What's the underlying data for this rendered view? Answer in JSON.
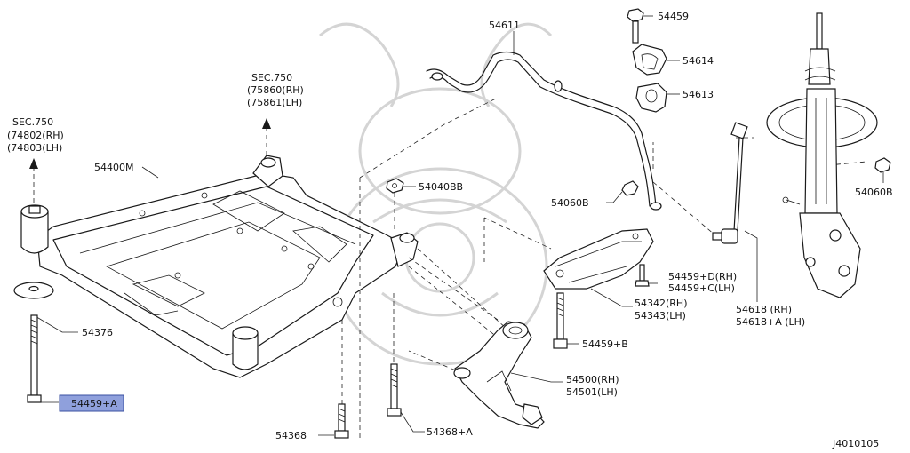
{
  "labels": {
    "sec_left": "SEC.750",
    "sec_left_rh": "(74802(RH)",
    "sec_left_lh": "(74803(LH)",
    "sec_top": "SEC.750",
    "sec_top_rh": "(75860(RH)",
    "sec_top_lh": "(75861(LH)",
    "p54400m": "54400M",
    "p54376": "54376",
    "p54459a_left": "54459+A",
    "p54368": "54368",
    "p54368a": "54368+A",
    "p54040bb": "54040BB",
    "p54611": "54611",
    "p54459": "54459",
    "p54614": "54614",
    "p54613": "54613",
    "p54060b_mid": "54060B",
    "p54060b_right": "54060B",
    "p54459d": "54459+D(RH)",
    "p54459c": "54459+C(LH)",
    "p54342": "54342(RH)",
    "p54343": "54343(LH)",
    "p54459b": "54459+B",
    "p54500": "54500(RH)",
    "p54501": "54501(LH)",
    "p54618": "54618 (RH)",
    "p54618a": "54618+A (LH)",
    "drawing_id": "J4010105"
  },
  "colors": {
    "line": "#1a1a1a",
    "highlight": "#8fa0dc",
    "watermark": "#d4d4d4"
  }
}
